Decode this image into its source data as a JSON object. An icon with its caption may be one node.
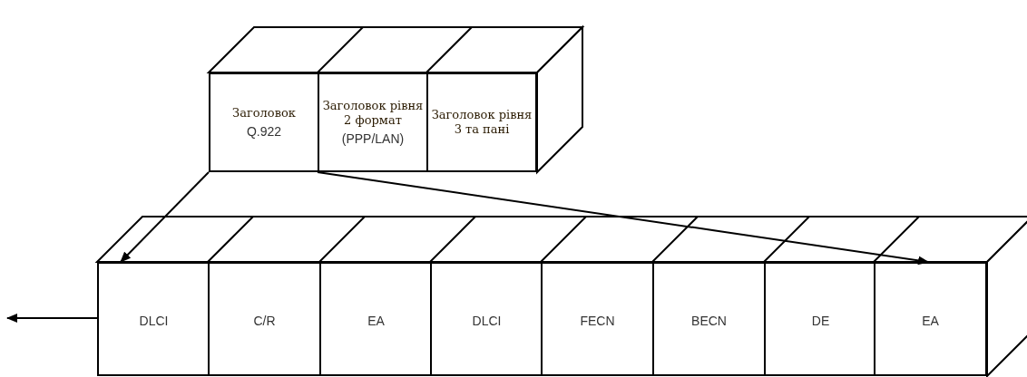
{
  "diagram": {
    "nodes": [
      {
        "text": [
          "Заголовок",
          "Q.922"
        ]
      },
      {
        "text": [
          "Заголовок рівня 2 формат",
          "(PPP/LAN)"
        ]
      },
      {
        "text": [
          "Заголовок рівня 3 та пані"
        ]
      },
      {
        "text": [
          "DLCI"
        ]
      },
      {
        "text": [
          "C/R"
        ]
      },
      {
        "text": [
          "EA"
        ]
      },
      {
        "text": [
          "DLCI"
        ]
      },
      {
        "text": [
          "FECN"
        ]
      },
      {
        "text": [
          "BECN"
        ]
      },
      {
        "text": [
          "DE"
        ]
      },
      {
        "text": [
          "EA"
        ]
      }
    ],
    "edges": [
      {
        "from": 0,
        "to": 3,
        "arrow": "to"
      },
      {
        "from": 0,
        "to": 10,
        "arrow": "to"
      },
      {
        "from": 3,
        "to": null,
        "arrow": "to"
      }
    ]
  }
}
